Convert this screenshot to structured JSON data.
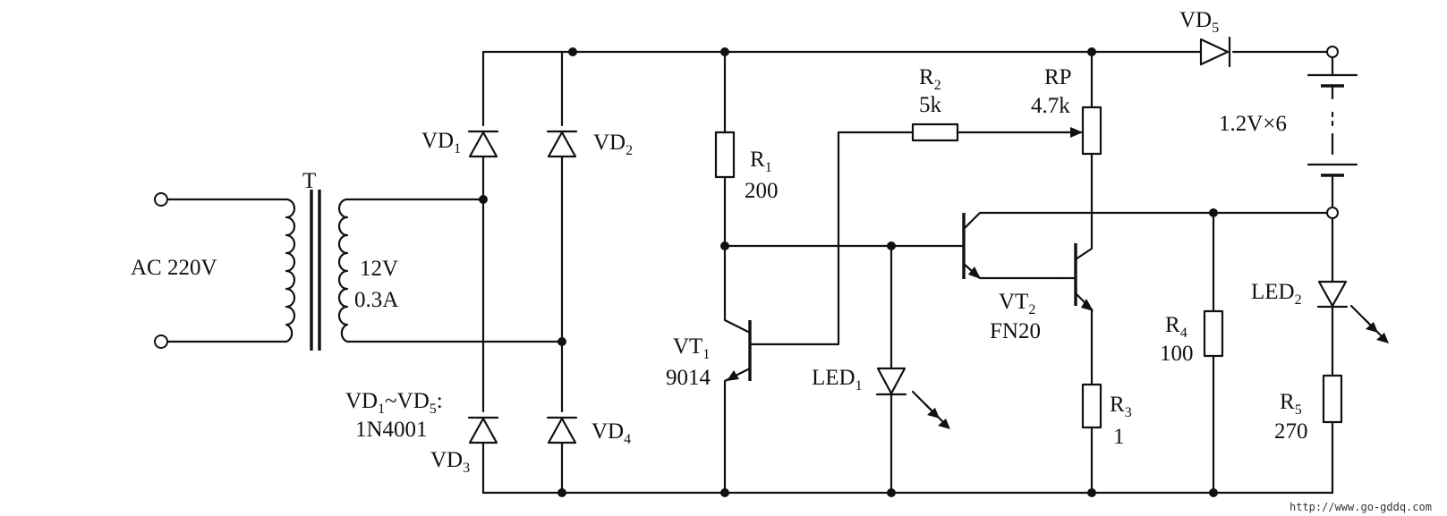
{
  "input": {
    "label": "AC 220V"
  },
  "transformer": {
    "name": "T",
    "secondary_voltage": "12V",
    "secondary_current": "0.3A"
  },
  "diodes": {
    "vd1": {
      "main": "VD",
      "sub": "1"
    },
    "vd2": {
      "main": "VD",
      "sub": "2"
    },
    "vd3": {
      "main": "VD",
      "sub": "3"
    },
    "vd4": {
      "main": "VD",
      "sub": "4"
    },
    "vd5": {
      "main": "VD",
      "sub": "5"
    },
    "note_part1": "VD",
    "note_sub1": "1",
    "note_part2": "~VD",
    "note_sub2": "5",
    "note_part3": ":",
    "note_model": "1N4001"
  },
  "resistors": {
    "r1": {
      "main": "R",
      "sub": "1",
      "value": "200"
    },
    "r2": {
      "main": "R",
      "sub": "2",
      "value": "5k"
    },
    "r3": {
      "main": "R",
      "sub": "3",
      "value": "1"
    },
    "r4": {
      "main": "R",
      "sub": "4",
      "value": "100"
    },
    "r5": {
      "main": "R",
      "sub": "5",
      "value": "270"
    },
    "rp": {
      "main": "RP",
      "value": "4.7k"
    }
  },
  "transistors": {
    "vt1": {
      "main": "VT",
      "sub": "1",
      "model": "9014"
    },
    "vt2": {
      "main": "VT",
      "sub": "2",
      "model": "FN20"
    }
  },
  "leds": {
    "led1": {
      "main": "LED",
      "sub": "1"
    },
    "led2": {
      "main": "LED",
      "sub": "2"
    }
  },
  "battery": {
    "label": "1.2V×6"
  },
  "watermark": "http://www.go-gddq.com"
}
